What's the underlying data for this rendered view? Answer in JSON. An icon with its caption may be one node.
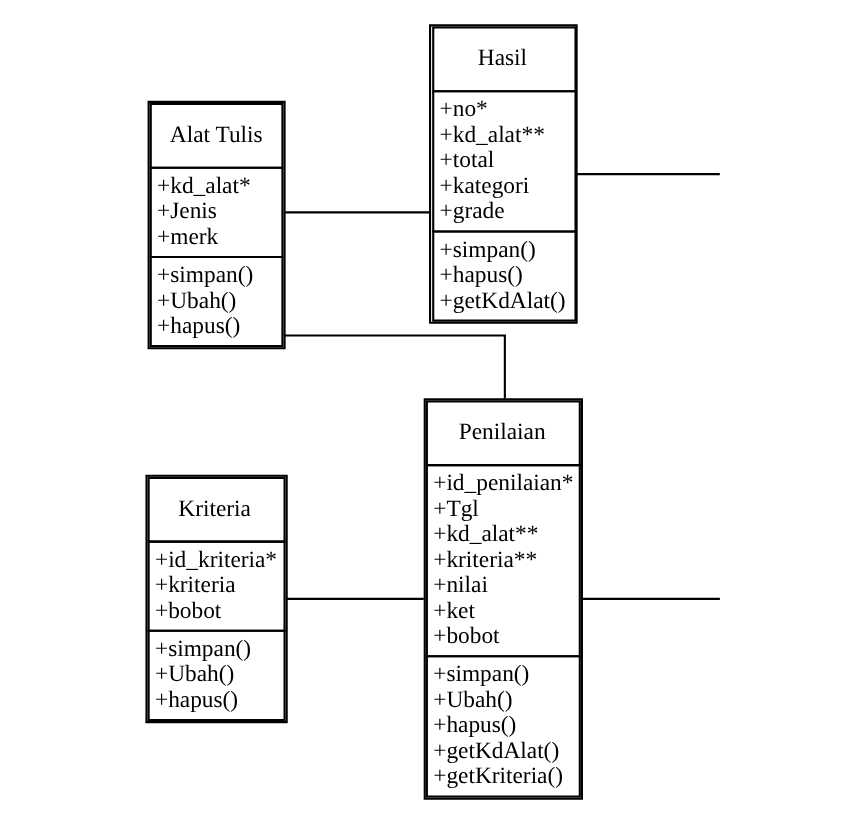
{
  "diagram": {
    "nodes": [
      {
        "text": [
          "Hasil",
          "+no* +kd_alat** +total +kategori +grade",
          "+simpan() +hapus() +getKdAlat()"
        ]
      },
      {
        "text": [
          "Alat Tulis",
          "+kd_alat* +Jenis +merk",
          "+simpan() +Ubah() +hapus()"
        ]
      },
      {
        "text": [
          "Penilaian",
          "+id_penilaian* +Tgl +kd_alat** +kriteria** +nilai +ket +bobot",
          "+simpan() +Ubah() +hapus() +getKdAlat() +getKriteria()"
        ]
      },
      {
        "text": [
          "Kriteria",
          "+id_kriteria* +kriteria +bobot",
          "+simpan() +Ubah() +hapus()"
        ]
      }
    ],
    "edges": [
      {
        "from": 1,
        "to": 0,
        "arrow": "none"
      },
      {
        "from": 1,
        "to": 2,
        "arrow": "none"
      },
      {
        "from": 3,
        "to": 2,
        "arrow": "none"
      },
      {
        "from": 0,
        "to": null,
        "arrow": "none"
      },
      {
        "from": 2,
        "to": null,
        "arrow": "none"
      }
    ]
  }
}
